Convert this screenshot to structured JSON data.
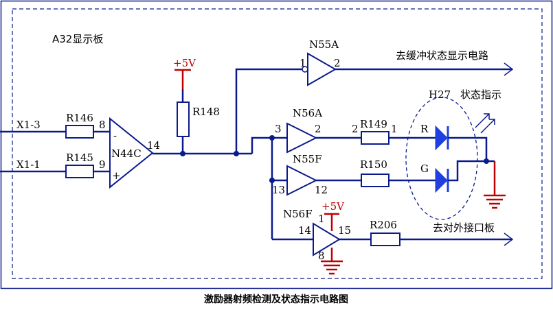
{
  "board_label": "A32显示板",
  "caption": "激励器射频检测及状态指示电路图",
  "inputs": {
    "x13": "X1-3",
    "x11": "X1-1"
  },
  "resistors": {
    "r146": "R146",
    "r145": "R145",
    "r148": "R148",
    "r149": "R149",
    "r150": "R150",
    "r206": "R206"
  },
  "opamp": {
    "name": "N44C",
    "in_minus": "-",
    "in_plus": "+",
    "pin_minus": "8",
    "pin_plus": "9",
    "pin_out": "14"
  },
  "power": {
    "label_1": "+5V",
    "label_2": "+5V"
  },
  "buffers": {
    "n55a": {
      "name": "N55A",
      "pin_in": "1",
      "pin_out": "2"
    },
    "n56a": {
      "name": "N56A",
      "pin_in": "3",
      "pin_out": "2"
    },
    "n55f": {
      "name": "N55F",
      "pin_in": "13",
      "pin_out": "12"
    },
    "n56f": {
      "name": "N56F",
      "pin_in": "14",
      "pin_out": "15",
      "pin_vcc": "1",
      "pin_gnd": "8"
    }
  },
  "r149_pins": {
    "left": "2",
    "right": "1"
  },
  "led": {
    "name": "H27",
    "description": "状态指示",
    "red": "R",
    "green": "G"
  },
  "outputs": {
    "buffer_status": "去缓冲状态显示电路",
    "external": "去对外接口板"
  },
  "colors": {
    "wire": "#0a1a8c",
    "led": "#1f3fe0",
    "power": "#c00000"
  }
}
